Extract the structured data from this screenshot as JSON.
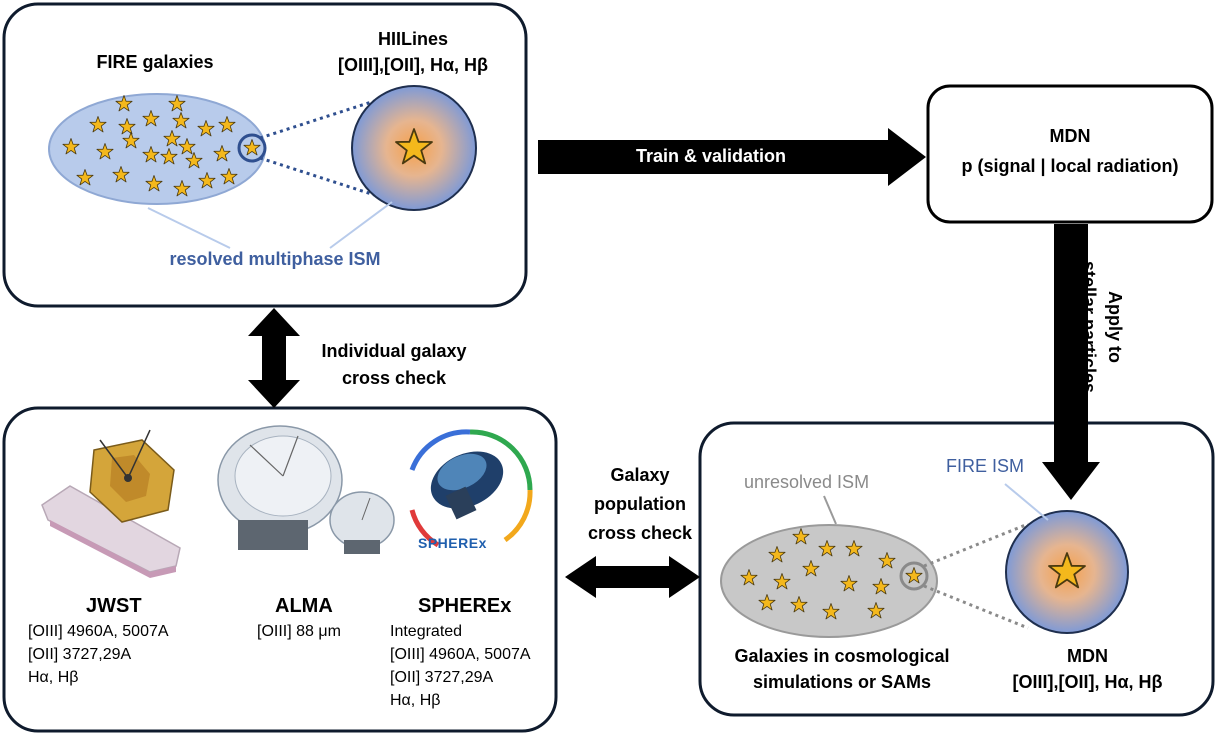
{
  "fire_box": {
    "fire_galaxies": "FIRE galaxies",
    "hiilines_title": "HIILines",
    "hiilines_lines": "[OIII],[OII], Hα, Hβ",
    "resolved_label": "resolved multiphase ISM"
  },
  "train_arrow_label": "Train & validation",
  "mdn_box": {
    "title": "MDN",
    "formula": "p (signal | local radiation)"
  },
  "apply_arrow_label": [
    "Apply to",
    "stellar particles"
  ],
  "individual_check_label": [
    "Individual galaxy",
    "cross check"
  ],
  "population_check_label": [
    "Galaxy",
    "population",
    "cross check"
  ],
  "obs_box": {
    "jwst": {
      "title": "JWST",
      "lines": [
        "[OIII] 4960A, 5007A",
        "[OII] 3727,29A",
        "Hα, Hβ"
      ]
    },
    "alma": {
      "title": "ALMA",
      "lines": [
        "[OIII] 88 μm"
      ]
    },
    "spherex": {
      "title": "SPHEREx",
      "lines": [
        "Integrated",
        "[OIII] 4960A, 5007A",
        "[OII] 3727,29A",
        "Hα, Hβ"
      ],
      "logo_text": "SPHEREx"
    }
  },
  "sim_box": {
    "unresolved_label": "unresolved ISM",
    "fire_ism_label": "FIRE ISM",
    "galaxies_label": [
      "Galaxies in cosmological",
      "simulations or SAMs"
    ],
    "mdn_title": "MDN",
    "mdn_lines": "[OIII],[OII], Hα, Hβ"
  },
  "colors": {
    "star_fill": "#f4b81c",
    "blue_ellipse": "#b8cbeb",
    "gray_ellipse": "#c8c8c8",
    "label_blue": "#3f5f9f"
  }
}
